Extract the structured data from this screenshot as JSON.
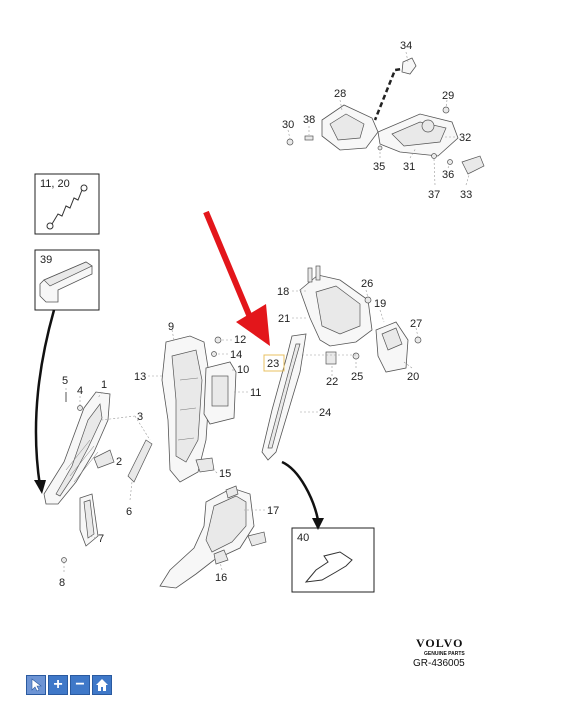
{
  "labels": {
    "l1": "1",
    "l2": "2",
    "l3": "3",
    "l4": "4",
    "l5": "5",
    "l6": "6",
    "l7": "7",
    "l8": "8",
    "l9": "9",
    "l10": "10",
    "l11": "11",
    "l12": "12",
    "l13": "13",
    "l14": "14",
    "l15": "15",
    "l16": "16",
    "l17": "17",
    "l18": "18",
    "l19": "19",
    "l20": "20",
    "l21": "21",
    "l22": "22",
    "l23": "23",
    "l24": "24",
    "l25": "25",
    "l26": "26",
    "l27": "27",
    "l28": "28",
    "l29": "29",
    "l30": "30",
    "l31": "31",
    "l32": "32",
    "l33": "33",
    "l34": "34",
    "l35": "35",
    "l36": "36",
    "l37": "37",
    "l38": "38",
    "l39": "39",
    "l40": "40",
    "l11_20": "11, 20"
  },
  "brand": {
    "name": "VOLVO",
    "sub": "GENUINE PARTS",
    "ref": "GR-436005"
  },
  "colors": {
    "arrow": "#e3161b",
    "highlight_box": "#e8c060",
    "toolbar": "#3f78c8"
  },
  "toolbar": {
    "items": [
      {
        "icon": "cursor-icon"
      },
      {
        "icon": "plus-icon",
        "glyph": "+"
      },
      {
        "icon": "minus-icon",
        "glyph": "−"
      },
      {
        "icon": "home-icon"
      }
    ]
  }
}
